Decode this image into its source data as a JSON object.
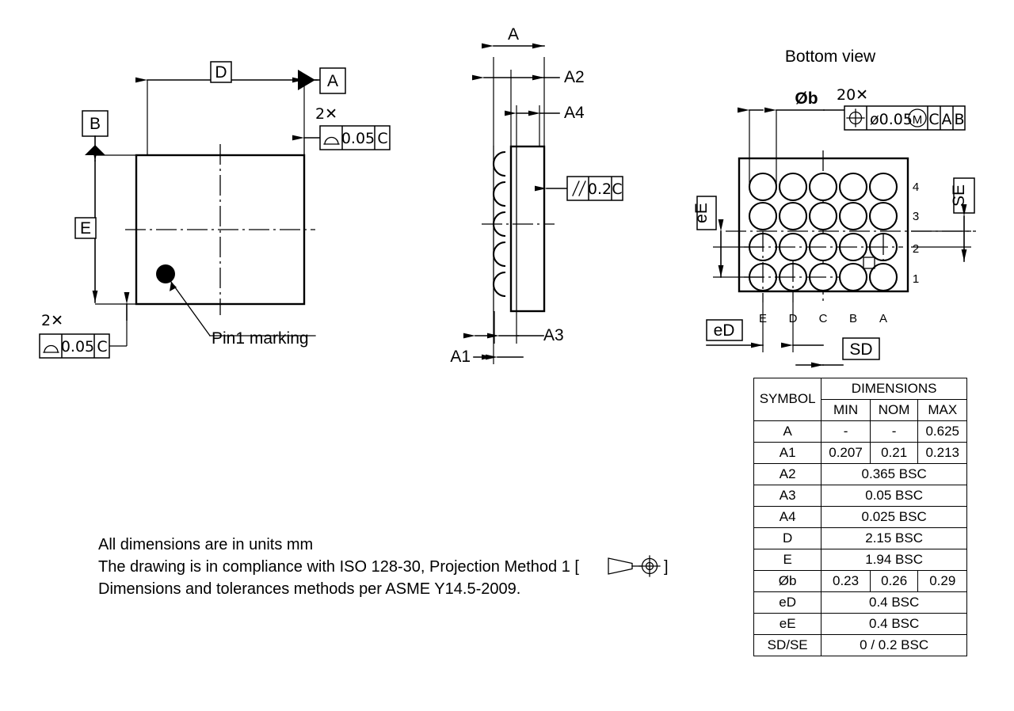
{
  "sheet": {
    "title_bottom_view": "Bottom view",
    "pin1_label": "Pin1 marking"
  },
  "notes": {
    "line1": "All dimensions are in units mm",
    "line2_a": "The drawing is in compliance with ISO 128-30, Projection Method 1 [",
    "line2_b": "]",
    "line3": "Dimensions and tolerances methods per ASME Y14.5-2009."
  },
  "top_view": {
    "dim_D": "D",
    "dim_E": "E",
    "datum_A": "A",
    "datum_B": "B",
    "fcf_top": {
      "multiplier": "2✕",
      "symbol": "profile-of-surface",
      "tolerance": "0.05",
      "datum": "C"
    },
    "fcf_bottom": {
      "multiplier": "2✕",
      "symbol": "profile-of-surface",
      "tolerance": "0.05",
      "datum": "C"
    }
  },
  "side_view": {
    "dim_A": "A",
    "dim_A1": "A1",
    "dim_A2": "A2",
    "dim_A3": "A3",
    "dim_A4": "A4",
    "fcf_parallel": {
      "symbol": "parallelism",
      "tolerance": "0.2",
      "datum": "C"
    }
  },
  "bottom_view": {
    "ball_count_label": "20✕",
    "dim_b": "Øb",
    "dim_eD": "eD",
    "dim_eE": "eE",
    "dim_SD": "SD",
    "dim_SE": "SE",
    "column_labels": [
      "E",
      "D",
      "C",
      "B",
      "A"
    ],
    "row_labels": [
      "4",
      "3",
      "2",
      "1"
    ],
    "fcf_position": {
      "symbol": "position",
      "tolerance": "ø0.05",
      "modifier": "M",
      "datums": [
        "C",
        "A",
        "B"
      ]
    }
  },
  "dimensions_table": {
    "header_symbol": "SYMBOL",
    "header_group": "DIMENSIONS",
    "header_cols": [
      "MIN",
      "NOM",
      "MAX"
    ],
    "rows": [
      {
        "symbol": "A",
        "span": false,
        "min": "-",
        "nom": "-",
        "max": "0.625"
      },
      {
        "symbol": "A1",
        "span": false,
        "min": "0.207",
        "nom": "0.21",
        "max": "0.213"
      },
      {
        "symbol": "A2",
        "span": true,
        "value": "0.365 BSC"
      },
      {
        "symbol": "A3",
        "span": true,
        "value": "0.05 BSC"
      },
      {
        "symbol": "A4",
        "span": true,
        "value": "0.025 BSC"
      },
      {
        "symbol": "D",
        "span": true,
        "value": "2.15 BSC"
      },
      {
        "symbol": "E",
        "span": true,
        "value": "1.94 BSC"
      },
      {
        "symbol": "Øb",
        "span": false,
        "min": "0.23",
        "nom": "0.26",
        "max": "0.29"
      },
      {
        "symbol": "eD",
        "span": true,
        "value": "0.4 BSC"
      },
      {
        "symbol": "eE",
        "span": true,
        "value": "0.4 BSC"
      },
      {
        "symbol": "SD/SE",
        "span": true,
        "value": "0 / 0.2 BSC"
      }
    ]
  },
  "colors": {
    "ink": "#000000",
    "paper": "#ffffff"
  }
}
